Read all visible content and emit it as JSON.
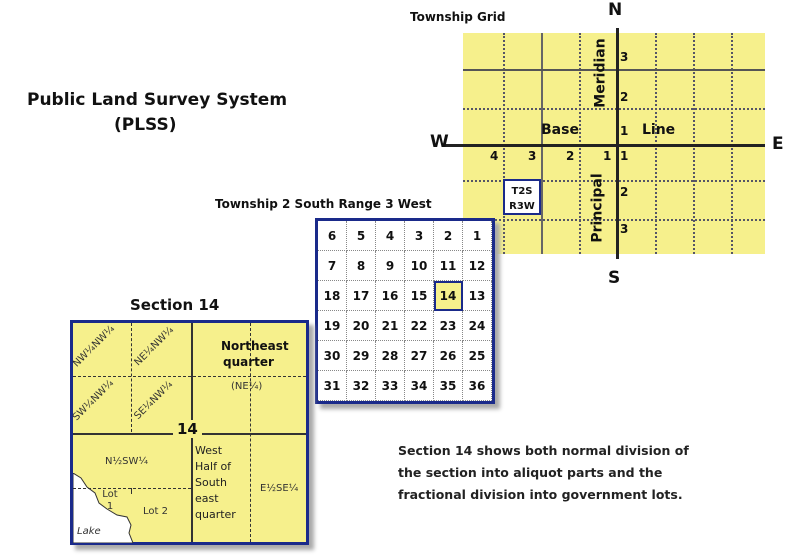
{
  "title": {
    "line1": "Public Land Survey System",
    "line2": "(PLSS)"
  },
  "township_grid": {
    "title": "Township Grid",
    "north": "N",
    "south": "S",
    "west": "W",
    "east": "E",
    "base_label": "Base",
    "line_label": "Line",
    "meridian_label": "Meridian",
    "principal_label": "Principal",
    "tiers_north": [
      "3",
      "2",
      "1"
    ],
    "tiers_south": [
      "1",
      "2",
      "3"
    ],
    "ranges_west": [
      "4",
      "3",
      "2",
      "1"
    ],
    "highlight": {
      "line1": "T2S",
      "line2": "R3W"
    }
  },
  "township": {
    "title": "Township 2 South Range 3 West",
    "sections": [
      "6",
      "5",
      "4",
      "3",
      "2",
      "1",
      "7",
      "8",
      "9",
      "10",
      "11",
      "12",
      "18",
      "17",
      "16",
      "15",
      "14",
      "13",
      "19",
      "20",
      "21",
      "22",
      "23",
      "24",
      "30",
      "29",
      "28",
      "27",
      "26",
      "25",
      "31",
      "32",
      "33",
      "34",
      "35",
      "36"
    ],
    "highlighted": "14"
  },
  "section": {
    "title": "Section 14",
    "number": "14",
    "nwnw": "NW¼NW¼",
    "nenw": "NE¼NW¼",
    "swnw": "SW¼NW¼",
    "senw": "SE¼NW¼",
    "ne_line1": "Northeast",
    "ne_line2": "quarter",
    "ne_abbr": "(NE¼)",
    "nsw": "N½SW¼",
    "w_se": [
      "West",
      "Half of",
      "South",
      "east",
      "quarter"
    ],
    "ese": "E½SE¼",
    "lot1": "Lot 1",
    "lot2": "Lot 2",
    "lake": "Lake"
  },
  "caption": [
    "Section 14 shows both normal division of",
    "the section into aliquot parts and the",
    "fractional division into government lots."
  ],
  "colors": {
    "fill": "#f6f08c",
    "border": "#1a2a8a"
  }
}
